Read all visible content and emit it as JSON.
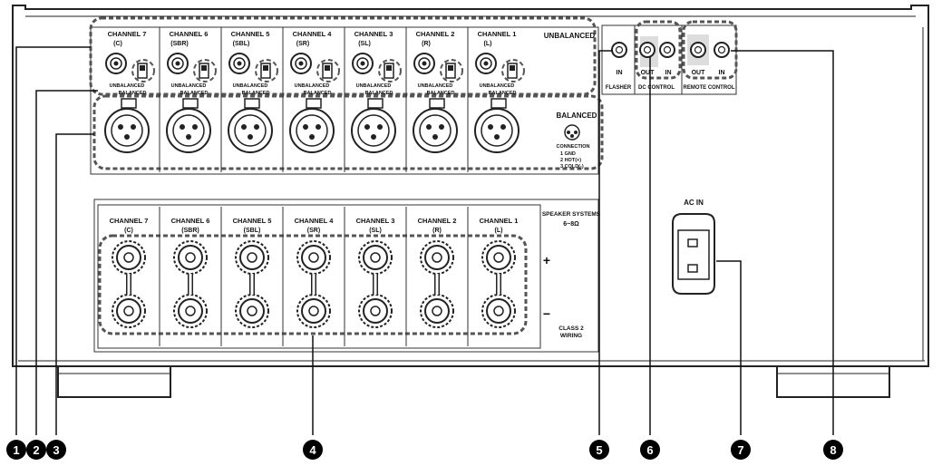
{
  "unbalanced_heading": "UNBALANCED",
  "balanced_heading": "BALANCED",
  "xlr_legend": {
    "title": "CONNECTION",
    "pins": [
      "1 GND",
      "2 HOT(+)",
      "3 COLD(-)"
    ]
  },
  "switch_labels": {
    "top": "UNBALANCED",
    "bottom": "BALANCED"
  },
  "input_channels": [
    {
      "name": "CHANNEL 7",
      "sub": "(C)"
    },
    {
      "name": "CHANNEL 6",
      "sub": "(SBR)"
    },
    {
      "name": "CHANNEL 5",
      "sub": "(SBL)"
    },
    {
      "name": "CHANNEL 4",
      "sub": "(SR)"
    },
    {
      "name": "CHANNEL 3",
      "sub": "(SL)"
    },
    {
      "name": "CHANNEL 2",
      "sub": "(R)"
    },
    {
      "name": "CHANNEL 1",
      "sub": "(L)"
    }
  ],
  "speaker_channels": [
    {
      "name": "CHANNEL 7",
      "sub": "(C)"
    },
    {
      "name": "CHANNEL 6",
      "sub": "(SBR)"
    },
    {
      "name": "CHANNEL 5",
      "sub": "(SBL)"
    },
    {
      "name": "CHANNEL 4",
      "sub": "(SR)"
    },
    {
      "name": "CHANNEL 3",
      "sub": "(SL)"
    },
    {
      "name": "CHANNEL 2",
      "sub": "(R)"
    },
    {
      "name": "CHANNEL 1",
      "sub": "(L)"
    }
  ],
  "speaker_systems": {
    "line1": "SPEAKER SYSTEMS",
    "line2": "6~8Ω"
  },
  "class2": {
    "line1": "CLASS 2",
    "line2": "WIRING"
  },
  "polarity": {
    "plus": "+",
    "minus": "−"
  },
  "control": {
    "flasher": {
      "in": "IN",
      "label": "FLASHER"
    },
    "dc": {
      "out": "OUT",
      "in": "IN",
      "label": "DC CONTROL"
    },
    "remote": {
      "out": "OUT",
      "in": "IN",
      "label": "REMOTE CONTROL"
    }
  },
  "ac_in": "AC IN",
  "callouts": [
    "1",
    "2",
    "3",
    "4",
    "5",
    "6",
    "7",
    "8"
  ]
}
